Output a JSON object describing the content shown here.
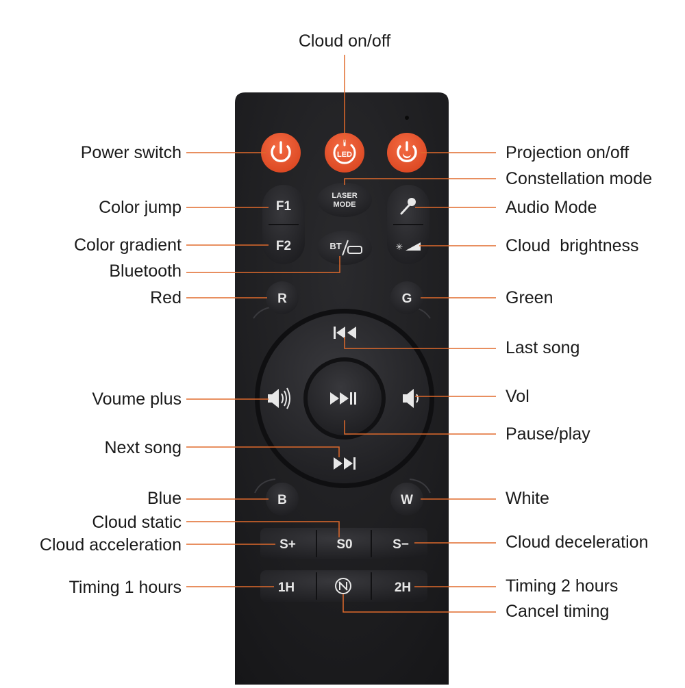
{
  "colors": {
    "remote_body": "#1b1b1d",
    "button": "#262629",
    "power_button": "#e8542e",
    "leader_line": "#e06a2c",
    "label_text": "#1a1a1a"
  },
  "buttons": {
    "led": "LED",
    "laser_top": "LASER",
    "laser_bottom": "MODE",
    "f1": "F1",
    "f2": "F2",
    "bt": "BT",
    "r": "R",
    "g": "G",
    "b": "B",
    "w": "W",
    "s_plus": "S+",
    "s_zero": "S0",
    "s_minus": "S−",
    "t1h": "1H",
    "t2h": "2H"
  },
  "labels": {
    "cloud_onoff": "Cloud on/off",
    "power_switch": "Power switch",
    "projection_onoff": "Projection on/off",
    "constellation_mode": "Constellation mode",
    "color_jump": "Color jump",
    "audio_mode": "Audio Mode",
    "color_gradient": "Color gradient",
    "cloud_brightness": "Cloud  brightness",
    "bluetooth": "Bluetooth",
    "red": "Red",
    "green": "Green",
    "last_song": "Last song",
    "volume_plus": "Voume plus",
    "vol": "Vol",
    "pause_play": "Pause/play",
    "next_song": "Next song",
    "blue": "Blue",
    "white": "White",
    "cloud_static": "Cloud static",
    "cloud_acceleration": "Cloud acceleration",
    "cloud_deceleration": "Cloud deceleration",
    "timing_1": "Timing 1 hours",
    "timing_2": "Timing 2 hours",
    "cancel_timing": "Cancel timing"
  }
}
